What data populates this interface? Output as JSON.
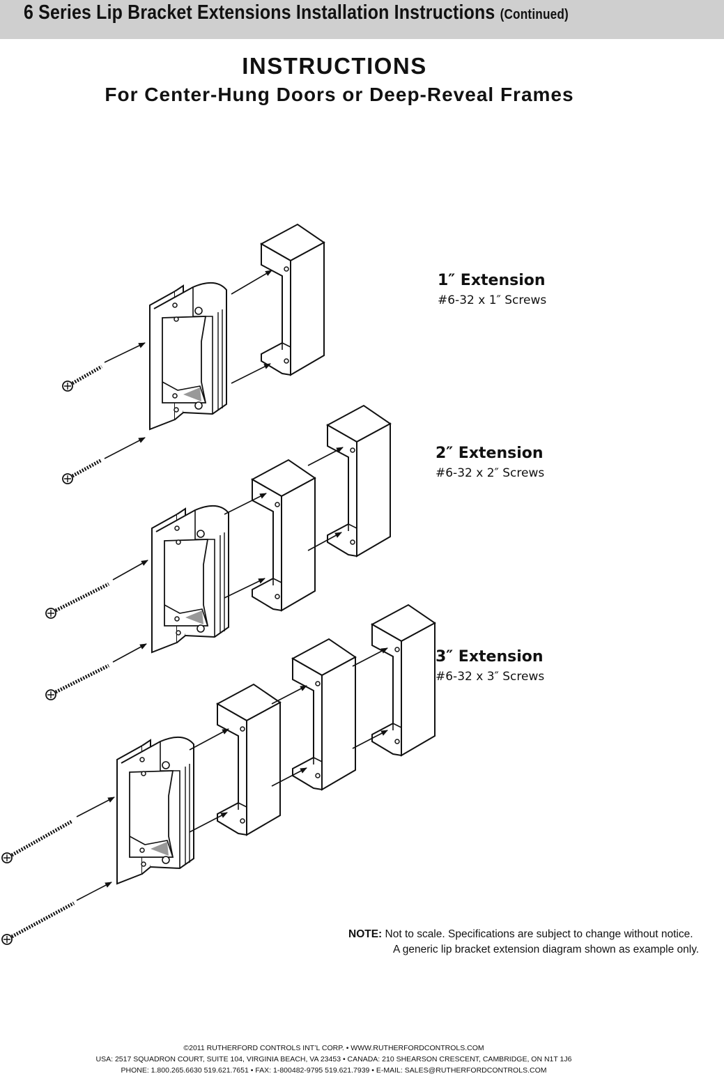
{
  "header": {
    "title": "6 Series Lip Bracket Extensions Installation Instructions",
    "continued": "(Continued)"
  },
  "instructions": {
    "title": "INSTRUCTIONS",
    "subtitle": "For Center-Hung Doors or Deep-Reveal Frames"
  },
  "extensions": [
    {
      "name": "1″ Extension",
      "screws": "#6-32 x 1″ Screws"
    },
    {
      "name": "2″ Extension",
      "screws": "#6-32 x 2″ Screws"
    },
    {
      "name": "3″ Extension",
      "screws": "#6-32 x 3″ Screws"
    }
  ],
  "note": {
    "label": "NOTE:",
    "line1": "Not to scale. Specifications are subject to change without notice.",
    "line2": "A generic lip bracket extension diagram shown as example only."
  },
  "footer": {
    "line1": "©2011 RUTHERFORD CONTROLS INT’L CORP. • WWW.RUTHERFORDCONTROLS.COM",
    "line2": "USA: 2517 SQUADRON COURT, SUITE 104, VIRGINIA BEACH, VA 23453 • CANADA: 210 SHEARSON CRESCENT, CAMBRIDGE, ON  N1T 1J6",
    "line3": "PHONE: 1.800.265.6630    519.621.7651 • FAX: 1-800482-9795    519.621.7939 • E-MAIL: SALES@RUTHERFORDCONTROLS.COM"
  }
}
